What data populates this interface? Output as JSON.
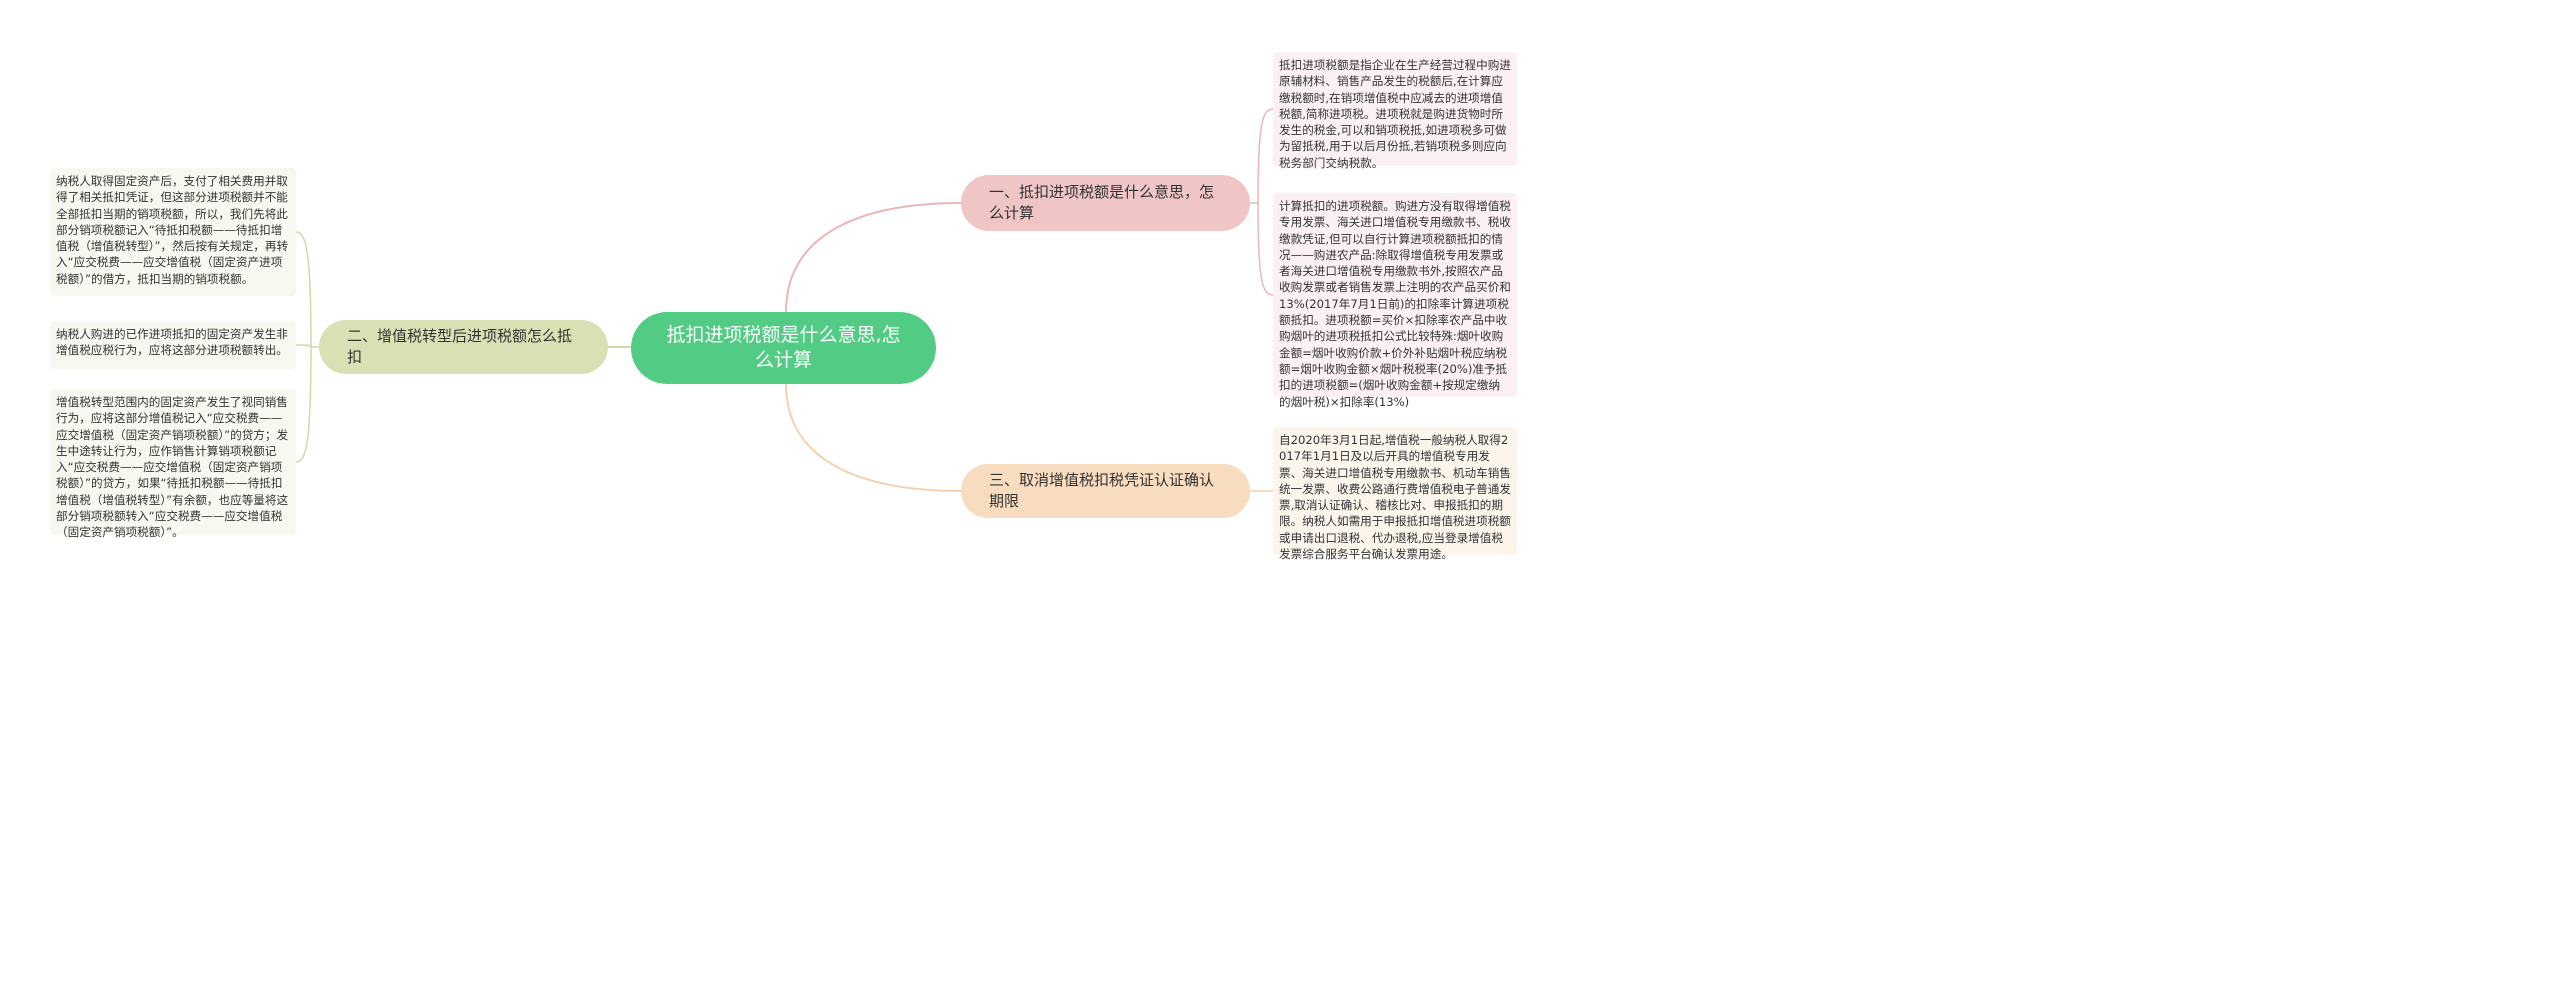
{
  "root": {
    "label": "抵扣进项税额是什么意思,怎么计算"
  },
  "branches": [
    {
      "label": "一、抵扣进项税额是什么意思，怎么计算",
      "leaves": [
        "抵扣进项税额是指企业在生产经营过程中购进原辅材料、销售产品发生的税额后,在计算应缴税额时,在销项增值税中应减去的进项增值税额,简称进项税。进项税就是购进货物时所发生的税金,可以和销项税抵,如进项税多可做为留抵税,用于以后月份抵,若销项税多则应向税务部门交纳税款。",
        "计算抵扣的进项税额。购进方没有取得增值税专用发票、海关进口增值税专用缴款书、税收缴款凭证,但可以自行计算进项税额抵扣的情况——购进农产品:除取得增值税专用发票或者海关进口增值税专用缴款书外,按照农产品收购发票或者销售发票上注明的农产品买价和13%(2017年7月1日前)的扣除率计算进项税额抵扣。进项税额=买价×扣除率农产品中收购烟叶的进项税抵扣公式比较特殊:烟叶收购金额=烟叶收购价款+价外补贴烟叶税应纳税额=烟叶收购金额×烟叶税税率(20%)准予抵扣的进项税额=(烟叶收购金额+按规定缴纳的烟叶税)×扣除率(13%)"
      ]
    },
    {
      "label": "二、增值税转型后进项税额怎么抵扣",
      "leaves": [
        "纳税人取得固定资产后，支付了相关费用并取得了相关抵扣凭证，但这部分进项税额并不能全部抵扣当期的销项税额，所以，我们先将此部分销项税额记入“待抵扣税额——待抵扣增值税（增值税转型）”，然后按有关规定，再转入“应交税费——应交增值税（固定资产进项税额）”的借方，抵扣当期的销项税额。",
        "纳税人购进的已作进项抵扣的固定资产发生非增值税应税行为，应将这部分进项税额转出。",
        "增值税转型范围内的固定资产发生了视同销售行为，应将这部分增值税记入“应交税费——应交增值税（固定资产销项税额）”的贷方；发生中途转让行为，应作销售计算销项税额记入“应交税费——应交增值税（固定资产销项税额）”的贷方，如果“待抵扣税额——待抵扣增值税（增值税转型）”有余额，也应等量将这部分销项税额转入“应交税费——应交增值税（固定资产销项税额）”。"
      ]
    },
    {
      "label": "三、取消增值税扣税凭证认证确认期限",
      "leaves": [
        "自2020年3月1日起,增值税一般纳税人取得2017年1月1日及以后开具的增值税专用发票、海关进口增值税专用缴款书、机动车销售统一发票、收费公路通行费增值税电子普通发票,取消认证确认、稽核比对、申报抵扣的期限。纳税人如需用于申报抵扣增值税进项税额或申请出口退税、代办退税,应当登录增值税发票综合服务平台确认发票用途。"
      ]
    }
  ],
  "colors": {
    "root": "#52cc84",
    "branch1": "#efc5c6",
    "branch2": "#dbe0b4",
    "branch3": "#f7dcbf",
    "link1": "#eab7b8",
    "link2": "#d4d8a8",
    "link3": "#f3d2b0"
  }
}
